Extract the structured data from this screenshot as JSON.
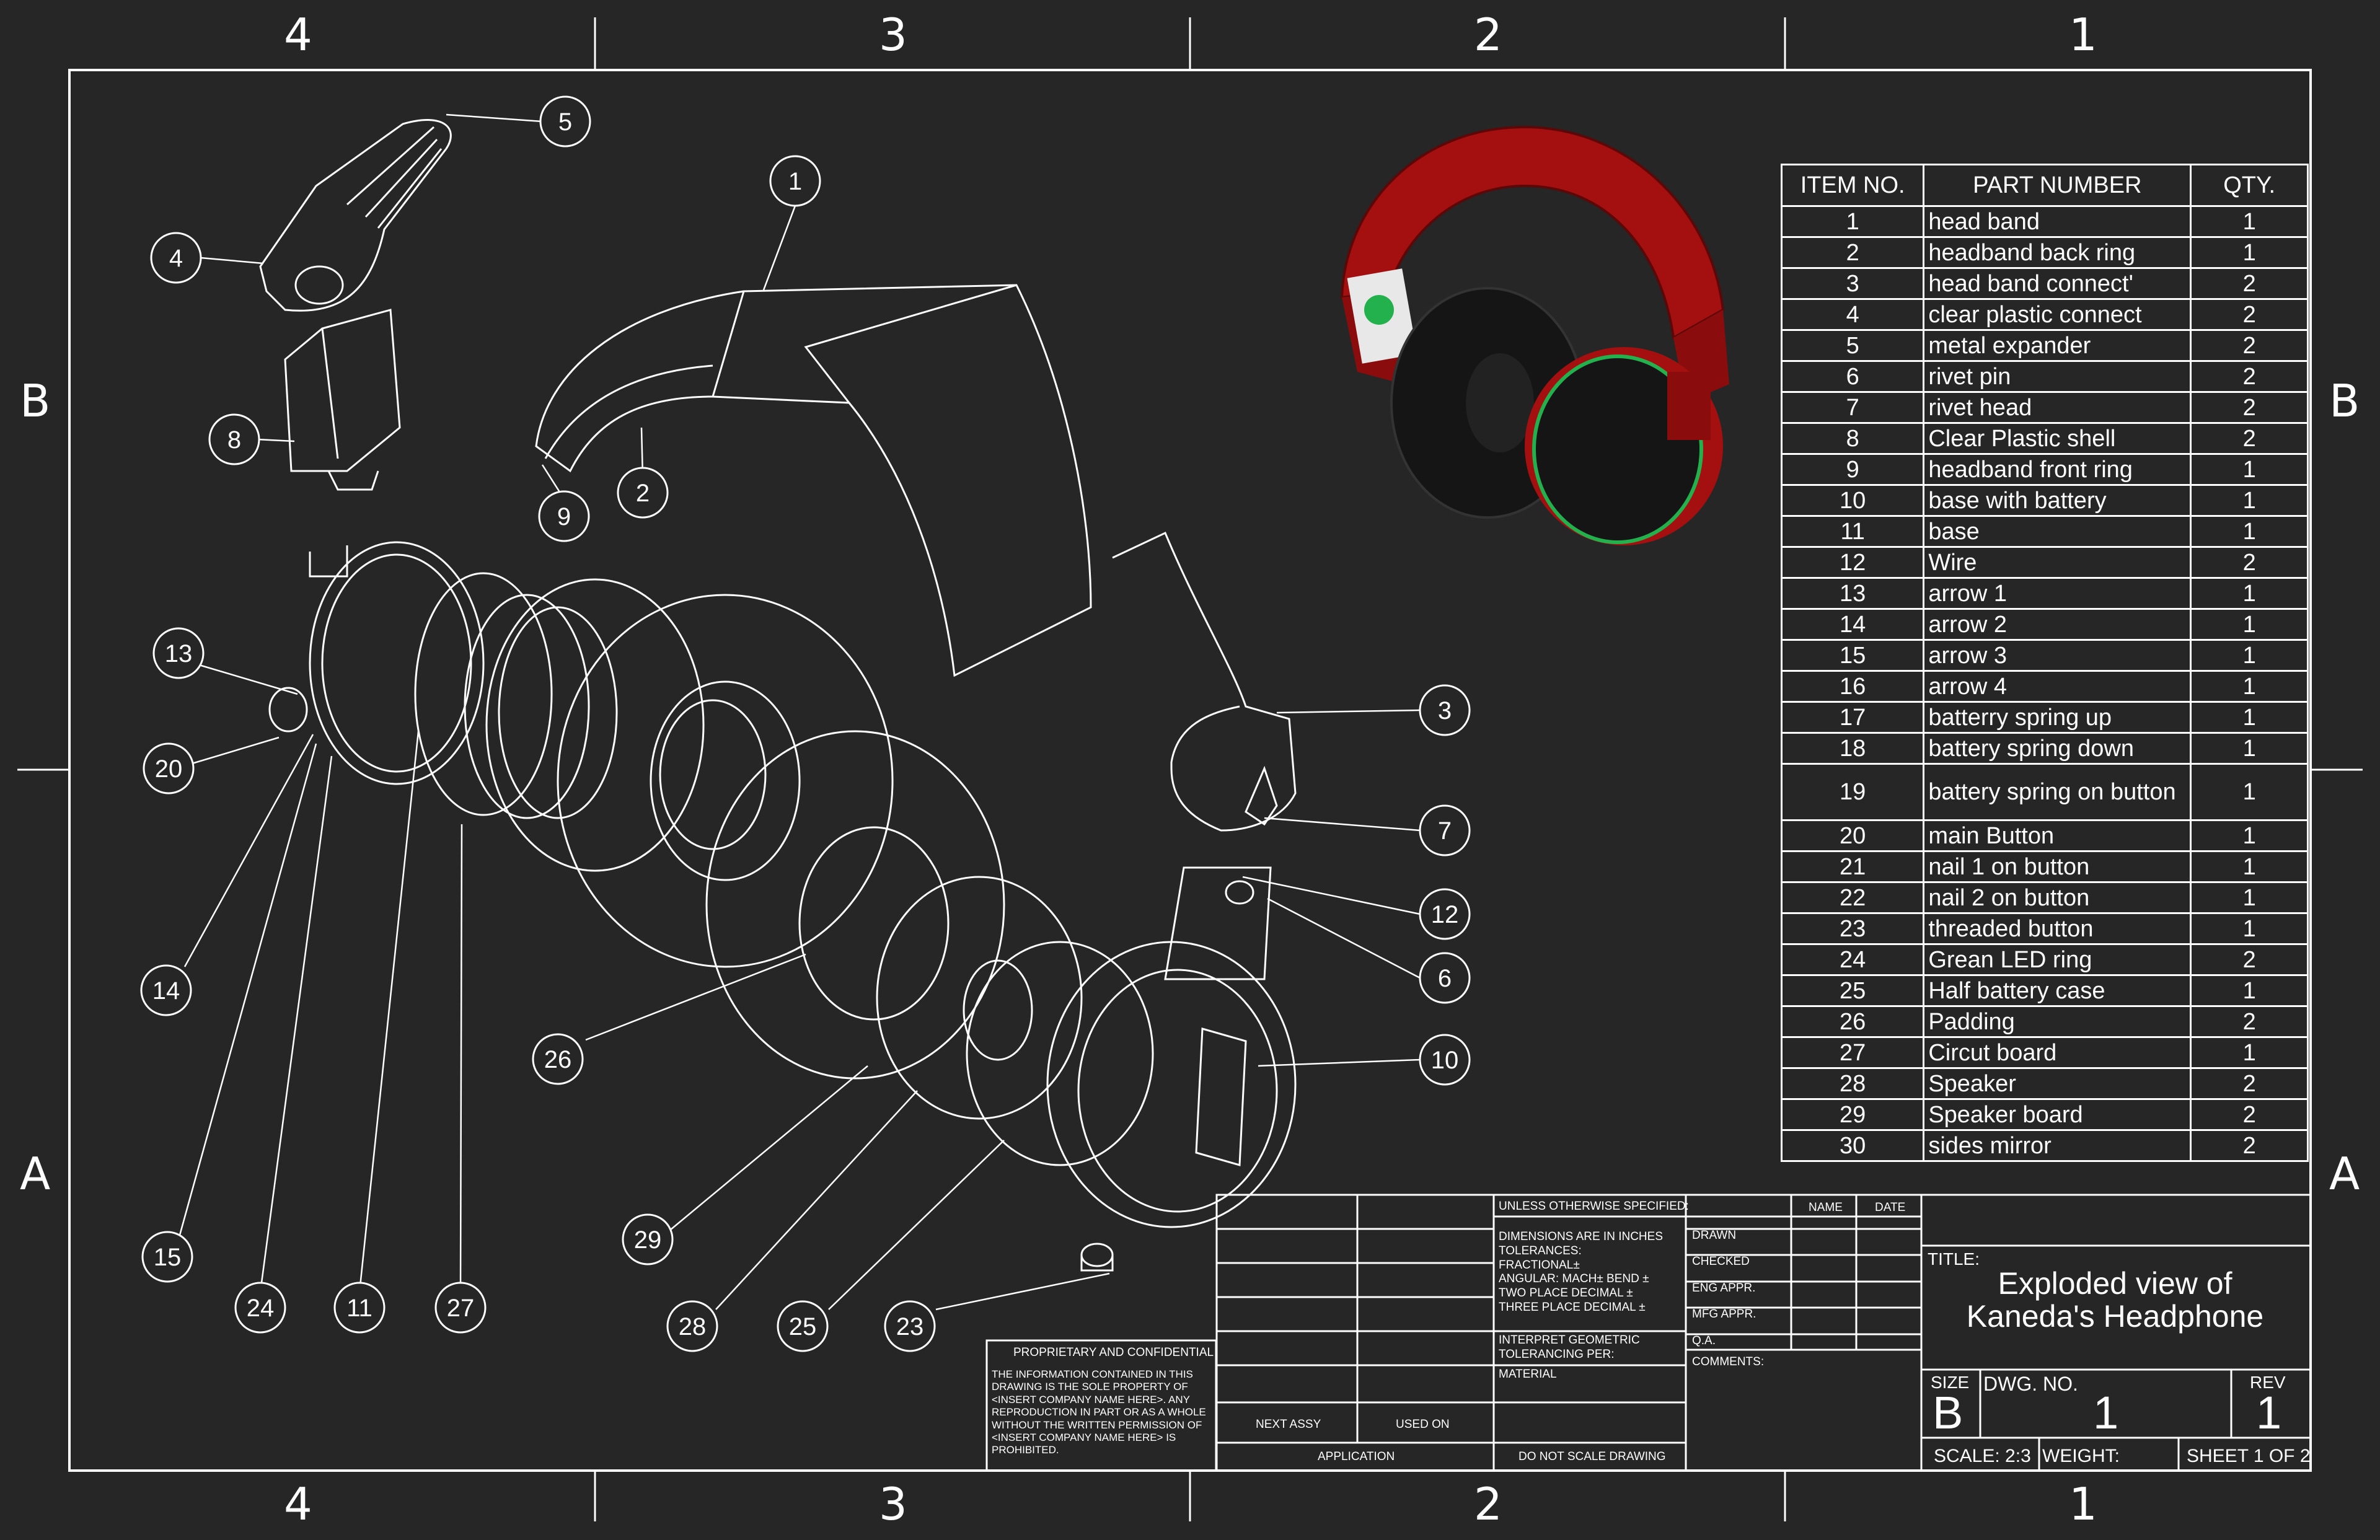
{
  "zones": {
    "columns": [
      "4",
      "3",
      "2",
      "1"
    ],
    "rows": [
      "B",
      "A"
    ]
  },
  "balloons": [
    "1",
    "2",
    "3",
    "4",
    "5",
    "6",
    "7",
    "8",
    "9",
    "10",
    "11",
    "12",
    "13",
    "14",
    "15",
    "20",
    "23",
    "24",
    "25",
    "26",
    "27",
    "28",
    "29"
  ],
  "bom": {
    "headers": [
      "ITEM NO.",
      "PART NUMBER",
      "QTY."
    ],
    "rows": [
      [
        "1",
        "head band",
        "1"
      ],
      [
        "2",
        "headband back ring",
        "1"
      ],
      [
        "3",
        "head band connect'",
        "2"
      ],
      [
        "4",
        "clear plastic connect",
        "2"
      ],
      [
        "5",
        "metal expander",
        "2"
      ],
      [
        "6",
        "rivet pin",
        "2"
      ],
      [
        "7",
        "rivet head",
        "2"
      ],
      [
        "8",
        "Clear Plastic shell",
        "2"
      ],
      [
        "9",
        "headband front ring",
        "1"
      ],
      [
        "10",
        "base with battery",
        "1"
      ],
      [
        "11",
        "base",
        "1"
      ],
      [
        "12",
        "Wire",
        "2"
      ],
      [
        "13",
        "arrow 1",
        "1"
      ],
      [
        "14",
        "arrow 2",
        "1"
      ],
      [
        "15",
        "arrow 3",
        "1"
      ],
      [
        "16",
        "arrow 4",
        "1"
      ],
      [
        "17",
        "batterry spring up",
        "1"
      ],
      [
        "18",
        "battery spring down",
        "1"
      ],
      [
        "19",
        "battery spring on button",
        "1"
      ],
      [
        "20",
        "main Button",
        "1"
      ],
      [
        "21",
        "nail 1 on button",
        "1"
      ],
      [
        "22",
        "nail 2 on button",
        "1"
      ],
      [
        "23",
        "threaded button",
        "1"
      ],
      [
        "24",
        "Grean LED ring",
        "2"
      ],
      [
        "25",
        "Half battery case",
        "1"
      ],
      [
        "26",
        "Padding",
        "2"
      ],
      [
        "27",
        "Circut board",
        "1"
      ],
      [
        "28",
        "Speaker",
        "2"
      ],
      [
        "29",
        "Speaker board",
        "2"
      ],
      [
        "30",
        "sides mirror",
        "2"
      ]
    ]
  },
  "title_block": {
    "unless_specified": "UNLESS OTHERWISE SPECIFIED:",
    "name": "NAME",
    "date": "DATE",
    "tolerances": [
      "DIMENSIONS ARE IN INCHES",
      "TOLERANCES:",
      "FRACTIONAL±",
      "ANGULAR: MACH±     BEND ±",
      "TWO PLACE DECIMAL    ±",
      "THREE PLACE DECIMAL   ±"
    ],
    "interpret": [
      "INTERPRET GEOMETRIC",
      "TOLERANCING PER:"
    ],
    "material": "MATERIAL",
    "drawn": "DRAWN",
    "checked": "CHECKED",
    "eng_appr": "ENG APPR.",
    "mfg_appr": "MFG APPR.",
    "qa": "Q.A.",
    "comments": "COMMENTS:",
    "title_label": "TITLE:",
    "title_line1": "Exploded view of",
    "title_line2": "Kaneda's Headphone",
    "size_label": "SIZE",
    "size": "B",
    "dwg_label": "DWG.  NO.",
    "dwg_no": "1",
    "rev_label": "REV",
    "rev": "1",
    "scale": "SCALE: 2:3",
    "weight": "WEIGHT:",
    "sheet": "SHEET 1 OF 2",
    "next_assy": "NEXT ASSY",
    "used_on": "USED ON",
    "application": "APPLICATION",
    "do_not_scale": "DO NOT SCALE DRAWING",
    "proprietary_title": "PROPRIETARY AND CONFIDENTIAL",
    "proprietary_text": [
      "THE INFORMATION CONTAINED IN THIS",
      "DRAWING IS THE SOLE PROPERTY OF",
      "<INSERT COMPANY NAME HERE>.  ANY",
      "REPRODUCTION IN PART OR AS A WHOLE",
      "WITHOUT THE WRITTEN PERMISSION OF",
      "<INSERT COMPANY NAME HERE> IS",
      "PROHIBITED."
    ]
  },
  "colors": {
    "background": "#262626",
    "line": "#ffffff",
    "headphone_red": "#a40f0f",
    "cushion_black": "#151515",
    "led_green": "#22b14c"
  }
}
